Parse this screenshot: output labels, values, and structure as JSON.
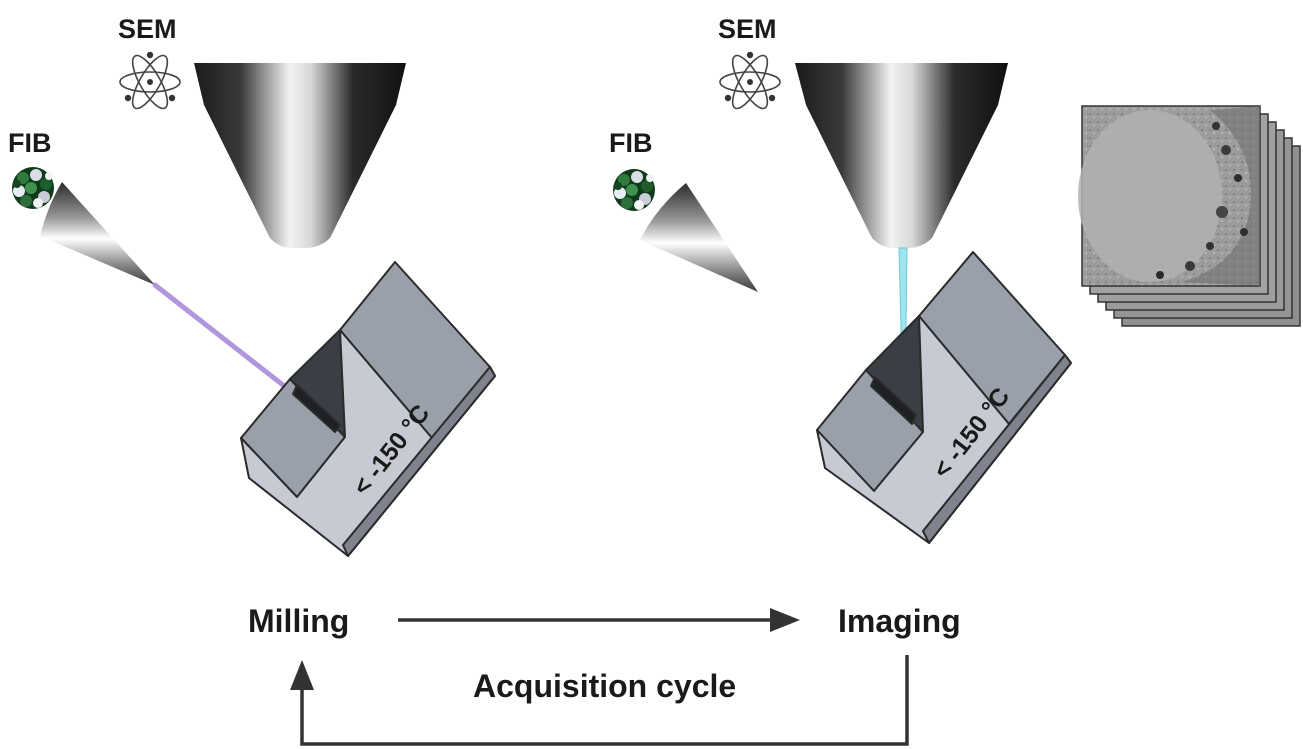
{
  "left_panel": {
    "sem_label": "SEM",
    "fib_label": "FIB",
    "temperature": "< -150 °C"
  },
  "right_panel": {
    "sem_label": "SEM",
    "fib_label": "FIB",
    "temperature": "< -150 °C"
  },
  "cycle": {
    "milling_label": "Milling",
    "imaging_label": "Imaging",
    "cycle_label": "Acquisition cycle"
  },
  "colors": {
    "ion_beam": "#a78bda",
    "electron_beam": "#9fe3ec",
    "block_face": "#c7cad3",
    "block_side": "#8f939c",
    "block_dark": "#3b3e45",
    "arrow": "#333333"
  }
}
